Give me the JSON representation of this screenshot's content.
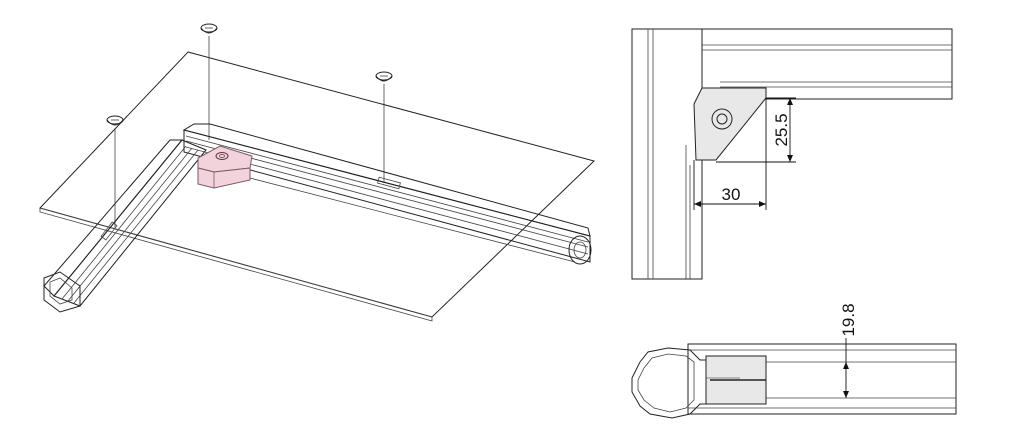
{
  "dimensions": {
    "plate_height": "25.5",
    "plate_width": "30",
    "profile_height": "19.8"
  },
  "colors": {
    "bracket_fill": "#f2d3dc",
    "bracket_stroke": "#7a5a64",
    "plate_fill": "#e8e8e8",
    "line": "#222222"
  }
}
